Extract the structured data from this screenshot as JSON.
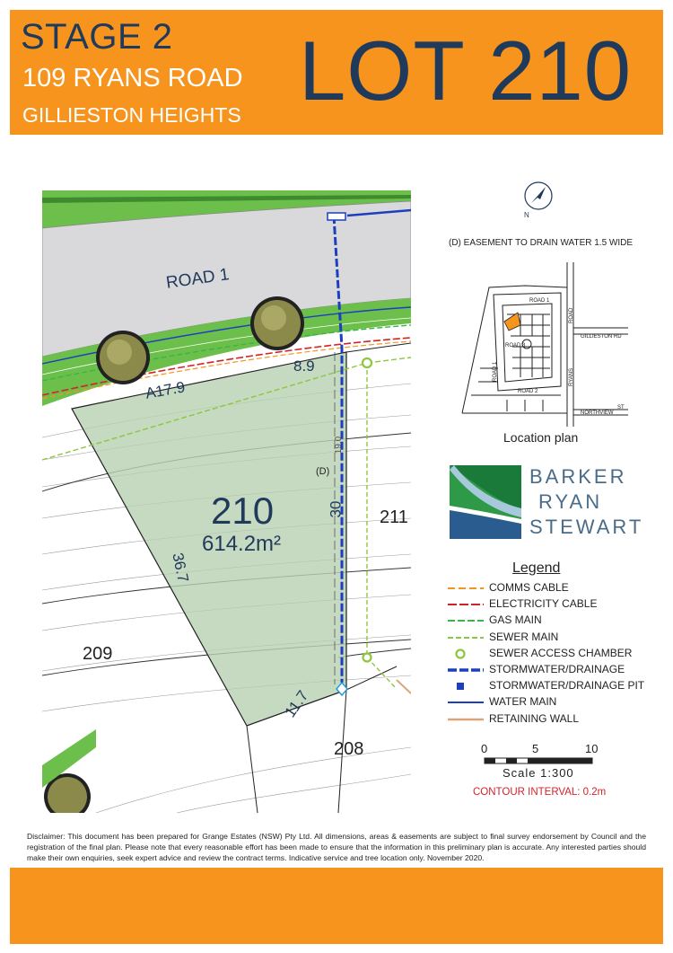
{
  "header": {
    "stage": "STAGE 2",
    "address_line1": "109 RYANS ROAD",
    "address_line2": "GILLIESTON HEIGHTS",
    "lot_title": "LOT 210"
  },
  "plan": {
    "road_label": "ROAD 1",
    "lot_number": "210",
    "lot_area": "614.2m²",
    "dim_arc": "A17.9",
    "dim_top": "8.9",
    "dim_left": "36.7",
    "dim_right": "30",
    "dim_bottom": "11.7",
    "easement_tag": "(D)",
    "contour_label": "19.0",
    "neighbour_left": "209",
    "neighbour_right": "211",
    "neighbour_bottom": "208"
  },
  "easement_note": "(D) EASEMENT TO DRAIN WATER 1.5 WIDE",
  "location_plan": {
    "caption": "Location plan",
    "labels": {
      "road1_top": "ROAD 1",
      "road": "ROAD",
      "gillieston_rd": "GILLIESTON RD",
      "road3": "ROAD 3",
      "road1_side": "ROAD 1",
      "ryans": "RYANS",
      "road2": "ROAD 2",
      "northview": "NORTHVIEW",
      "st": "ST"
    },
    "highlight_color": "#f7941d"
  },
  "logo": {
    "line1": "BARKER",
    "line2": "RYAN",
    "line3": "STEWART"
  },
  "legend": {
    "title": "Legend",
    "items": [
      {
        "label": "COMMS CABLE",
        "color": "#f7941d",
        "style": "dashed"
      },
      {
        "label": "ELECTRICITY CABLE",
        "color": "#d2232a",
        "style": "dashed"
      },
      {
        "label": "GAS MAIN",
        "color": "#39b54a",
        "style": "dashed"
      },
      {
        "label": "SEWER MAIN",
        "color": "#8dc63f",
        "style": "dashed"
      },
      {
        "label": "SEWER ACCESS CHAMBER",
        "color": "#8dc63f",
        "style": "circle"
      },
      {
        "label": "STORMWATER/DRAINAGE",
        "color": "#1c3fbf",
        "style": "thick-dashed"
      },
      {
        "label": "STORMWATER/DRAINAGE PIT",
        "color": "#1c3fbf",
        "style": "square"
      },
      {
        "label": "WATER MAIN",
        "color": "#1c3fbf",
        "style": "solid"
      },
      {
        "label": "RETAINING WALL",
        "color": "#d9a57a",
        "style": "solid"
      }
    ]
  },
  "scale": {
    "ticks": [
      "0",
      "5",
      "10"
    ],
    "label": "Scale 1:300"
  },
  "contour_interval": "CONTOUR INTERVAL: 0.2m",
  "disclaimer": "Disclaimer: This document has been prepared for Grange Estates (NSW) Pty Ltd. All dimensions, areas & easements are subject to final survey endorsement by Council and the registration of the final plan. Please note that every reasonable effort has been made to ensure that the information in this preliminary plan is accurate. Any interested parties should make their own enquiries, seek expert advice and review the contract terms. Indicative service and tree location only. November 2020."
}
